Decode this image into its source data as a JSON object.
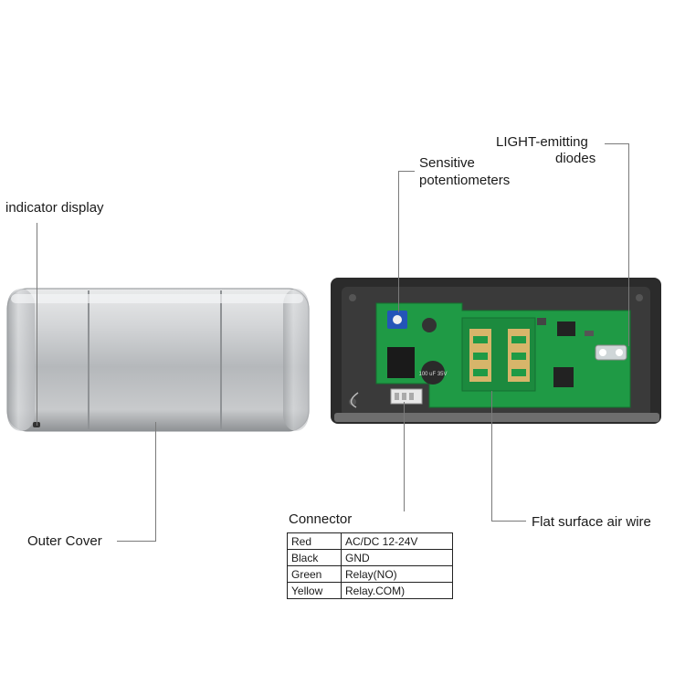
{
  "labels": {
    "indicator_display": "indicator display",
    "outer_cover": "Outer Cover",
    "sensitive_line1": "Sensitive",
    "sensitive_line2": "potentiometers",
    "light_line1": "LIGHT-emitting",
    "light_line2": "diodes",
    "flat_surface": "Flat surface air wire"
  },
  "connector": {
    "title": "Connector",
    "rows": [
      {
        "wire": "Red",
        "function": "AC/DC 12-24V"
      },
      {
        "wire": "Black",
        "function": "GND"
      },
      {
        "wire": "Green",
        "function": "Relay(NO)"
      },
      {
        "wire": "Yellow",
        "function": "Relay.COM)"
      }
    ]
  },
  "component_text": {
    "capacitor": "100 uF 35V"
  },
  "colors": {
    "pcb": "#1f9a45",
    "housing": "#2b2b2b",
    "cover": "#c9cbcd",
    "leader": "#7a7a7a"
  }
}
